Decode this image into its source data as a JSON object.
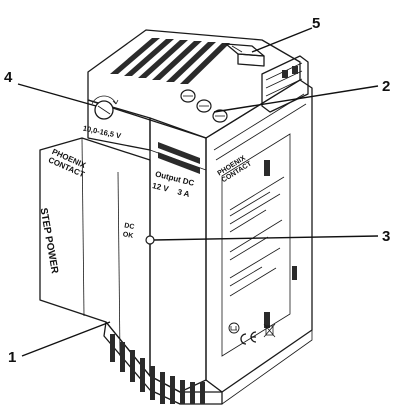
{
  "colors": {
    "ink": "#1a1a1a",
    "housing_light": "#f2f2f2",
    "housing_shadow": "#c8c8c8",
    "dark_slots": "#2b2b2b"
  },
  "callouts": [
    {
      "number": "1"
    },
    {
      "number": "2"
    },
    {
      "number": "3"
    },
    {
      "number": "4"
    },
    {
      "number": "5"
    }
  ],
  "device": {
    "brand_lines": [
      "PHOENIX",
      "CONTACT"
    ],
    "product_name": "STEP POWER",
    "voltage_range": "10,0-16,5 V",
    "output_title": "Output DC",
    "output_voltage": "12 V",
    "output_current": "3 A",
    "status_lines": [
      "DC",
      "OK"
    ]
  },
  "icons": {
    "adjust_potentiometer": "rotary-potentiometer-icon",
    "status_led": "led-indicator-icon",
    "ce_mark": "ce-mark-icon",
    "ul_mark": "ul-mark-icon"
  }
}
